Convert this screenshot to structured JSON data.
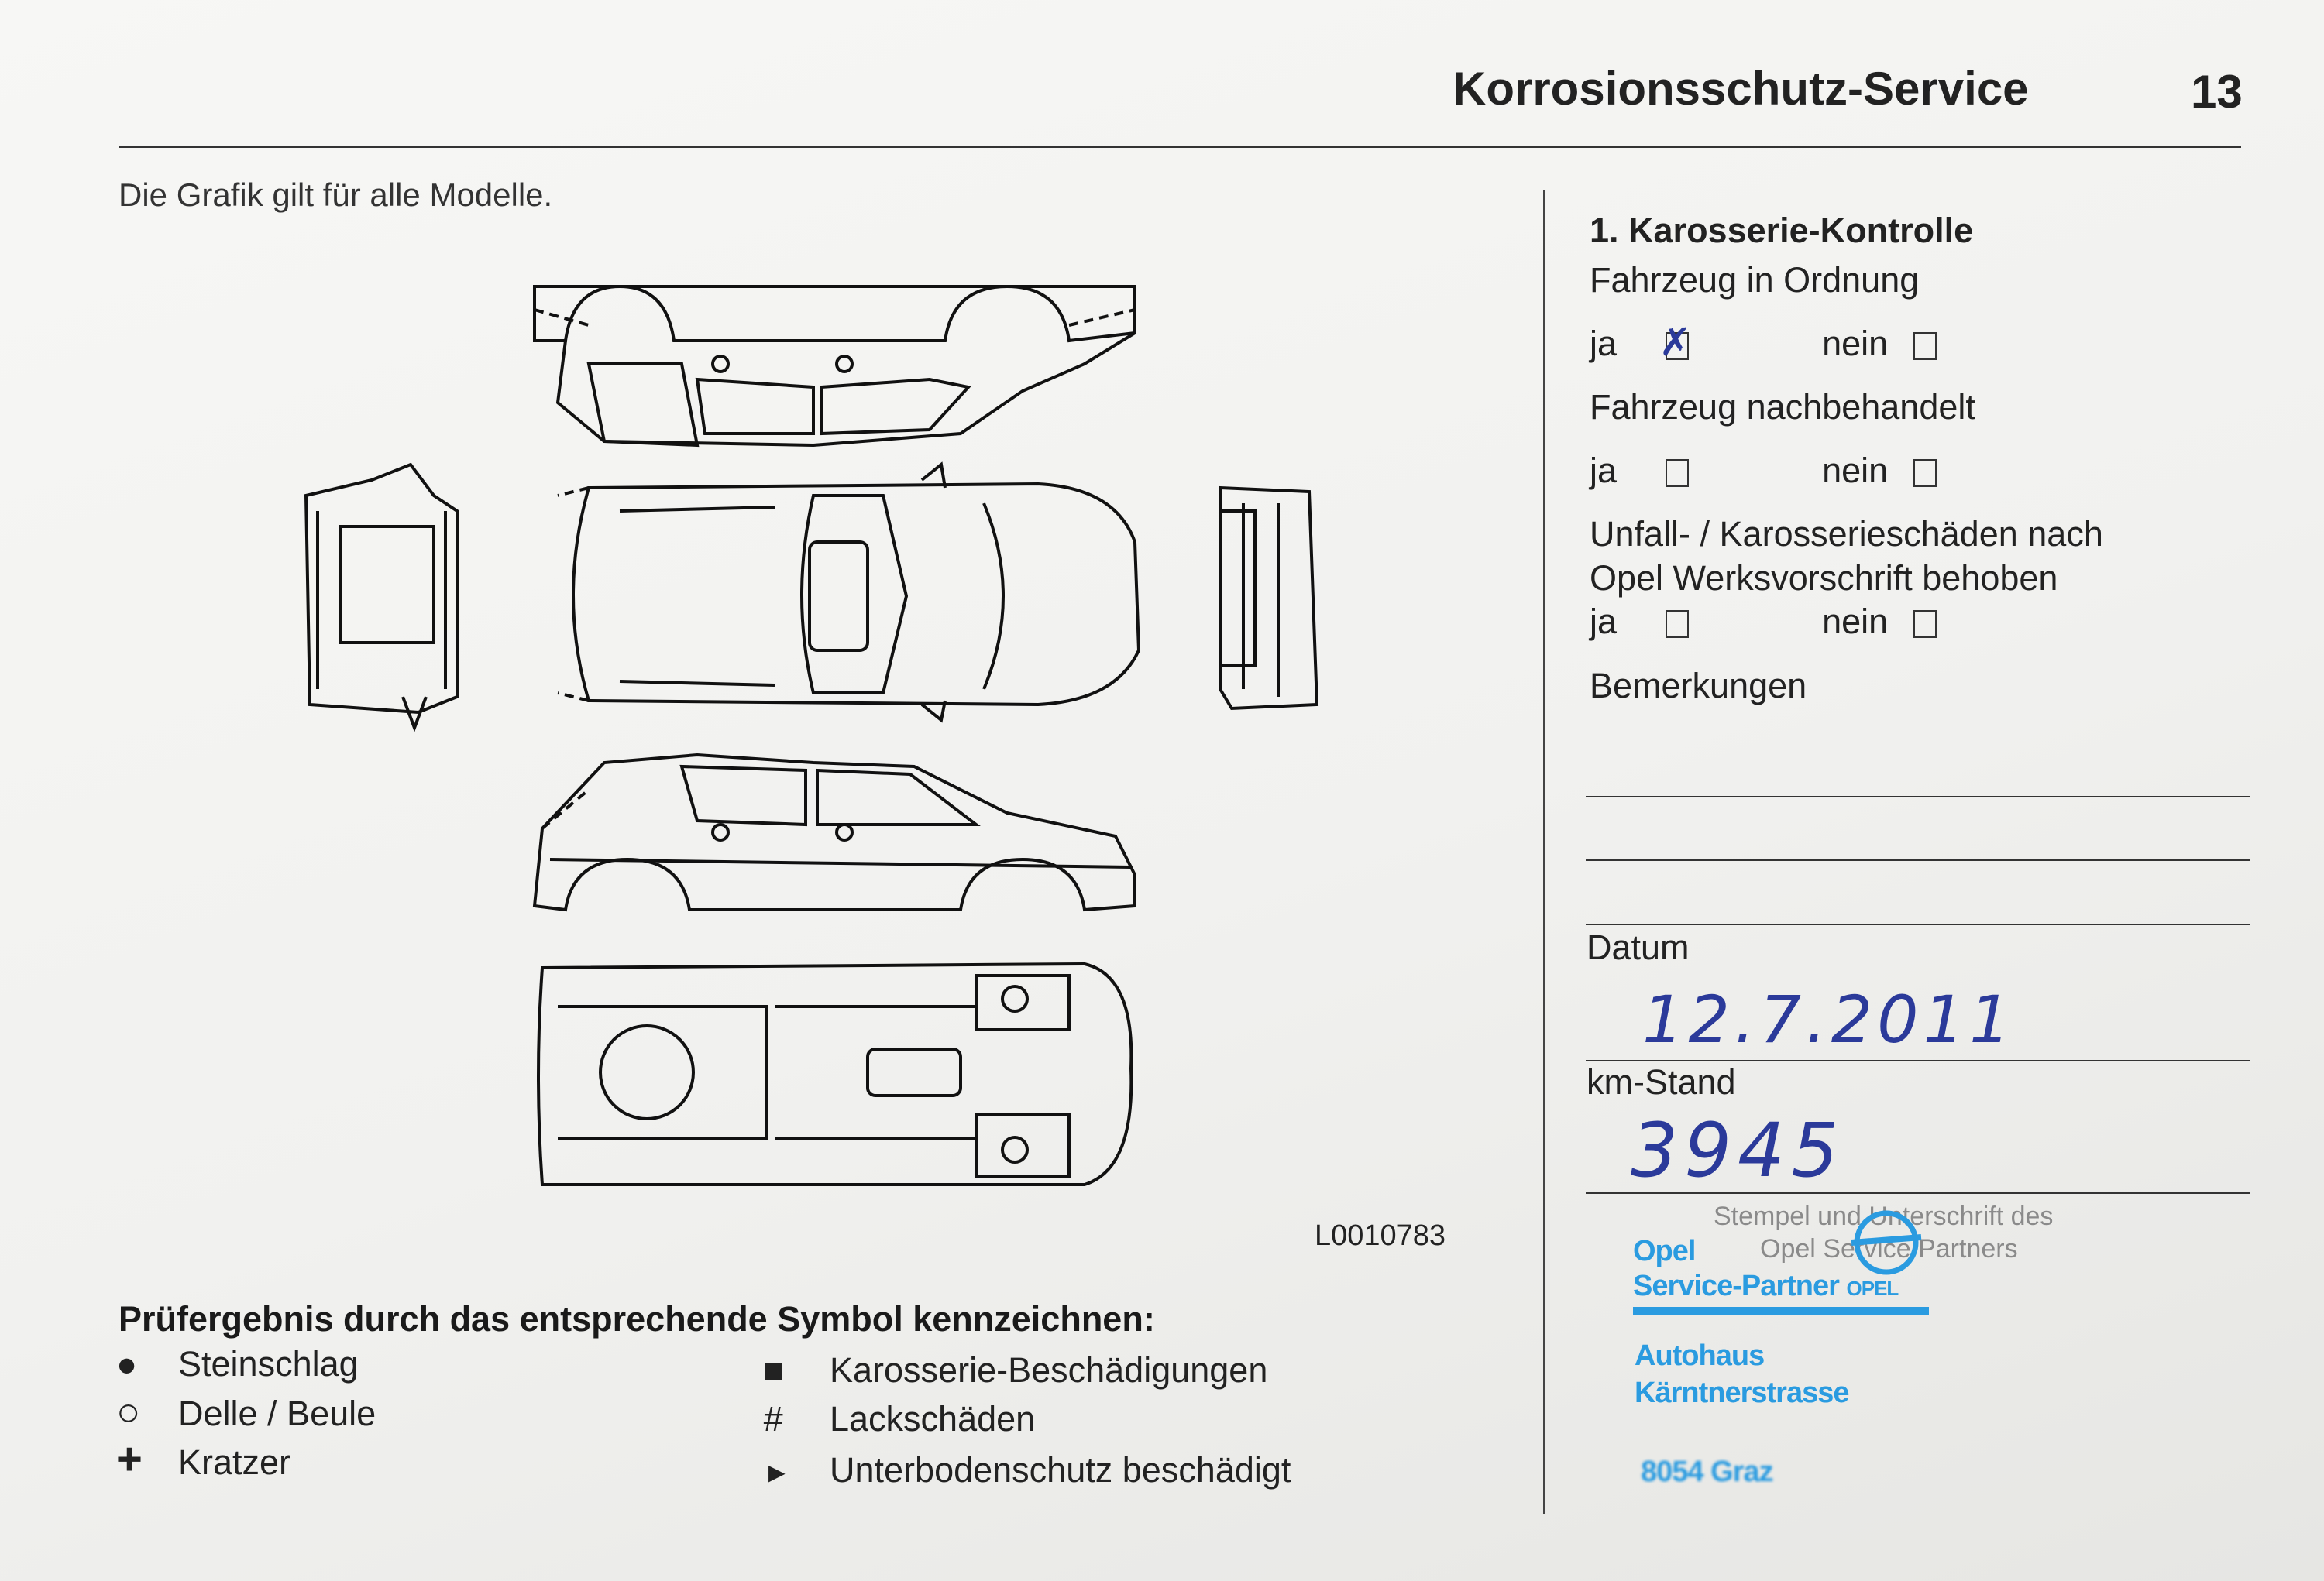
{
  "header": {
    "title": "Korrosionsschutz-Service",
    "page_number": "13"
  },
  "intro": "Die Grafik gilt für alle Modelle.",
  "diagram_code": "L0010783",
  "check": {
    "title": "1. Karosserie-Kontrolle",
    "q1": {
      "label": "Fahrzeug in Ordnung",
      "yes": "ja",
      "no": "nein",
      "yes_checked": true,
      "no_checked": false
    },
    "q2": {
      "label": "Fahrzeug nachbehandelt",
      "yes": "ja",
      "no": "nein",
      "yes_checked": false,
      "no_checked": false
    },
    "q3": {
      "label_line1": "Unfall- / Karosserieschäden nach",
      "label_line2": "Opel Werksvorschrift behoben",
      "yes": "ja",
      "no": "nein",
      "yes_checked": false,
      "no_checked": false
    },
    "remarks_label": "Bemerkungen",
    "date_label": "Datum",
    "date_value": "12.7.2011",
    "km_label": "km-Stand",
    "km_value": "3945",
    "stamp_caption_line1": "Stempel und Unterschrift des",
    "stamp_caption_line2": "Opel Service Partners"
  },
  "stamp": {
    "line1": "Opel",
    "line2": "Service-Partner",
    "brand": "OPEL",
    "line3": "Autohaus",
    "line4": "Kärntnerstrasse",
    "line5": "8054 Graz",
    "color": "#2a9be0"
  },
  "legend": {
    "title": "Prüfergebnis durch das entsprechende Symbol kennzeichnen:",
    "left": [
      {
        "symbol": "●",
        "label": "Steinschlag"
      },
      {
        "symbol": "○",
        "label": "Delle / Beule"
      },
      {
        "symbol": "+",
        "label": "Kratzer"
      }
    ],
    "right": [
      {
        "symbol": "■",
        "label": "Karosserie-Beschädigungen"
      },
      {
        "symbol": "#",
        "label": "Lackschäden"
      },
      {
        "symbol": "►",
        "label": "Unterbodenschutz beschädigt"
      }
    ]
  }
}
